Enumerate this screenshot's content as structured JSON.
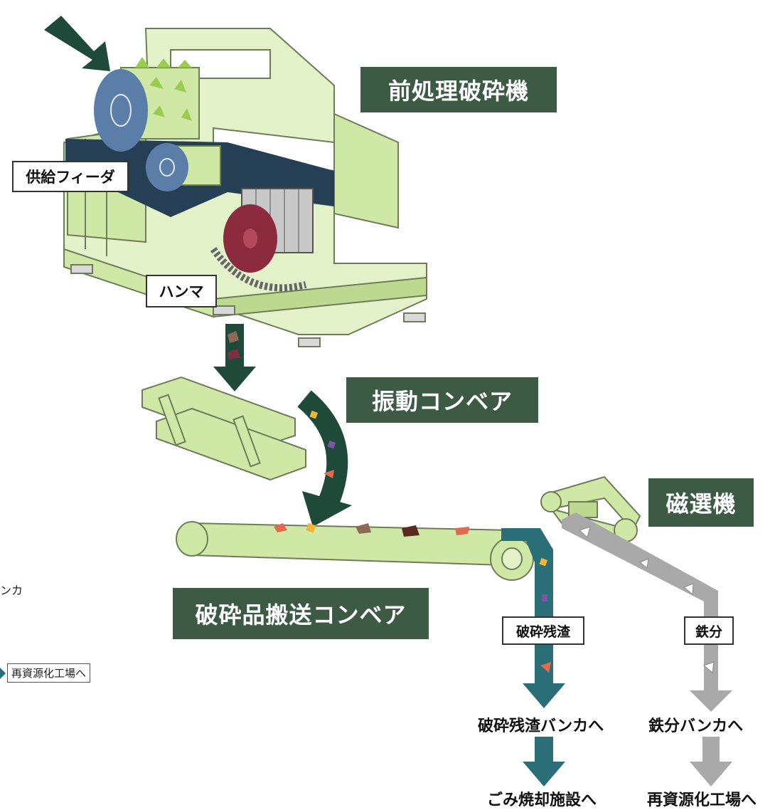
{
  "titles": {
    "crusher": "前処理破砕機",
    "vibrating_conveyor": "振動コンベア",
    "magnetic_separator": "磁選機",
    "transport_conveyor": "破砕品搬送コンベア"
  },
  "labels": {
    "feeder": "供給フィーダ",
    "hammer": "ハンマ",
    "residue": "破砕残渣",
    "iron": "鉄分"
  },
  "destinations": {
    "residue_bunker": "破砕残渣バンカへ",
    "iron_bunker": "鉄分バンカへ",
    "incinerator": "ごみ焼却施設へ",
    "recycling_plant": "再資源化工場へ"
  },
  "cropped": {
    "bunker_fragment": "ンカ",
    "recycling_label": "再資源化工場へ"
  },
  "colors": {
    "machine_green": "#cfe8a6",
    "title_green": "#3d5a45",
    "feed_arrow": "#1f4a3a",
    "residue_teal": "#2a6f78",
    "iron_gray": "#a9a9a9",
    "roller_blue": "#5b7ea8",
    "hammer_red": "#8c2a3e",
    "belt_navy": "#253f55"
  }
}
